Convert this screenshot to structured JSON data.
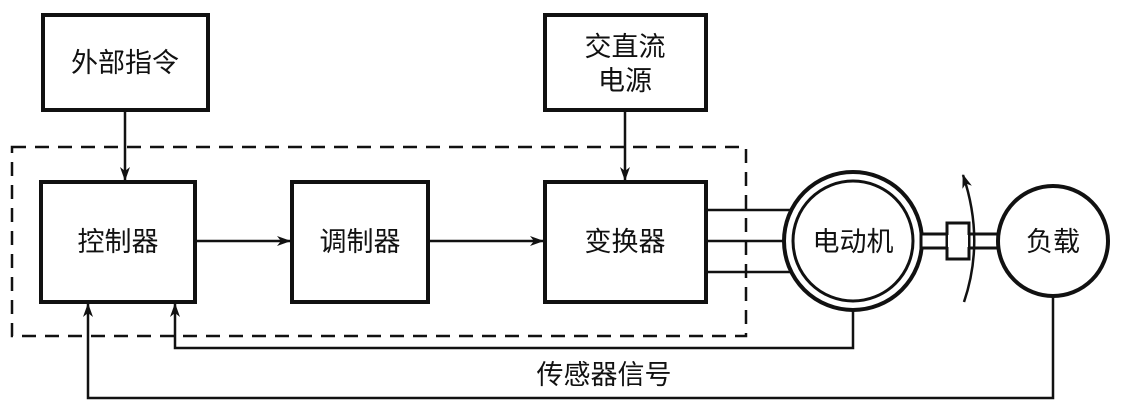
{
  "diagram": {
    "title": "",
    "colors": {
      "stroke": "#111111",
      "background": "#ffffff"
    },
    "blocks": {
      "external_command": {
        "label": "外部指令"
      },
      "ac_dc_power": {
        "label_line1": "交直流",
        "label_line2": "电源"
      },
      "controller": {
        "label": "控制器"
      },
      "modulator": {
        "label": "调制器"
      },
      "converter": {
        "label": "变换器"
      },
      "motor": {
        "label": "电动机"
      },
      "load": {
        "label": "负载"
      }
    },
    "feedback_label": "传感器信号",
    "connections": [
      {
        "from": "external_command",
        "to": "controller",
        "type": "arrow"
      },
      {
        "from": "ac_dc_power",
        "to": "converter",
        "type": "arrow"
      },
      {
        "from": "controller",
        "to": "modulator",
        "type": "arrow"
      },
      {
        "from": "modulator",
        "to": "converter",
        "type": "arrow"
      },
      {
        "from": "converter",
        "to": "motor",
        "type": "three-phase-lines"
      },
      {
        "from": "motor",
        "to": "load",
        "type": "shaft-coupling"
      },
      {
        "from": "motor",
        "to": "controller",
        "type": "feedback-arrow"
      },
      {
        "from": "load",
        "to": "controller",
        "type": "feedback-arrow"
      }
    ]
  }
}
